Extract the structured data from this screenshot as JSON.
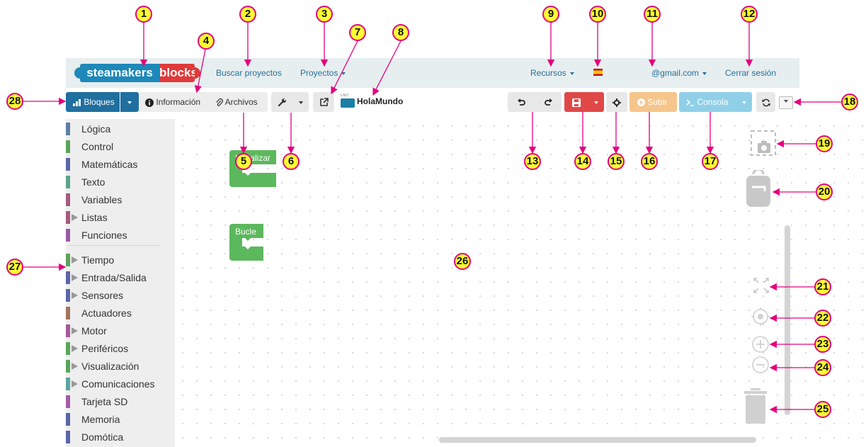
{
  "colors": {
    "accent": "#1f6fa0",
    "save": "#e04848",
    "upload": "#f5c58b",
    "console": "#8fd0e8",
    "annotation_fill": "#ffff33",
    "annotation_stroke": "#e3007e",
    "block_green": "#5cb85c"
  },
  "navbar": {
    "logo": {
      "part1": "steamakers",
      "part2": "blocks"
    },
    "search_projects": "Buscar proyectos",
    "projects": "Proyectos",
    "resources": "Recursos",
    "language_flag_icon": "spain-flag-icon",
    "user": "@gmail.com",
    "logout": "Cerrar sesión"
  },
  "toolbar": {
    "blocks": "Bloques",
    "info": "Información",
    "files": "Archivos",
    "board_tag": "UNO",
    "project_name": "HolaMundo",
    "upload": "Subir",
    "console": "Consola"
  },
  "sidebar": {
    "categories": [
      {
        "label": "Lógica",
        "color": "#5b80a5",
        "arrow": false
      },
      {
        "label": "Control",
        "color": "#5ba55b",
        "arrow": false
      },
      {
        "label": "Matemáticas",
        "color": "#5b67a5",
        "arrow": false
      },
      {
        "label": "Texto",
        "color": "#5ba58c",
        "arrow": false
      },
      {
        "label": "Variables",
        "color": "#a55b80",
        "arrow": false
      },
      {
        "label": "Listas",
        "color": "#a55b80",
        "arrow": true
      },
      {
        "label": "Funciones",
        "color": "#995ba5",
        "arrow": false
      },
      {
        "label": "Tiempo",
        "color": "#5ba55b",
        "arrow": true
      },
      {
        "label": "Entrada/Salida",
        "color": "#5b67a5",
        "arrow": true
      },
      {
        "label": "Sensores",
        "color": "#5b67a5",
        "arrow": true
      },
      {
        "label": "Actuadores",
        "color": "#a5745b",
        "arrow": false
      },
      {
        "label": "Motor",
        "color": "#a55b99",
        "arrow": true
      },
      {
        "label": "Periféricos",
        "color": "#5ba55b",
        "arrow": true
      },
      {
        "label": "Visualización",
        "color": "#5ba55b",
        "arrow": true
      },
      {
        "label": "Comunicaciones",
        "color": "#5ba5a0",
        "arrow": true
      },
      {
        "label": "Tarjeta SD",
        "color": "#a55ba5",
        "arrow": false
      },
      {
        "label": "Memoria",
        "color": "#5b67a5",
        "arrow": false
      },
      {
        "label": "Domótica",
        "color": "#5b67a5",
        "arrow": false
      }
    ]
  },
  "workspace": {
    "blocks": [
      {
        "label": "Inicializar"
      },
      {
        "label": "Bucle"
      }
    ]
  },
  "annotations": [
    "1",
    "2",
    "3",
    "4",
    "5",
    "6",
    "7",
    "8",
    "9",
    "10",
    "11",
    "12",
    "13",
    "14",
    "15",
    "16",
    "17",
    "18",
    "19",
    "20",
    "21",
    "22",
    "23",
    "24",
    "25",
    "26",
    "27",
    "28"
  ]
}
